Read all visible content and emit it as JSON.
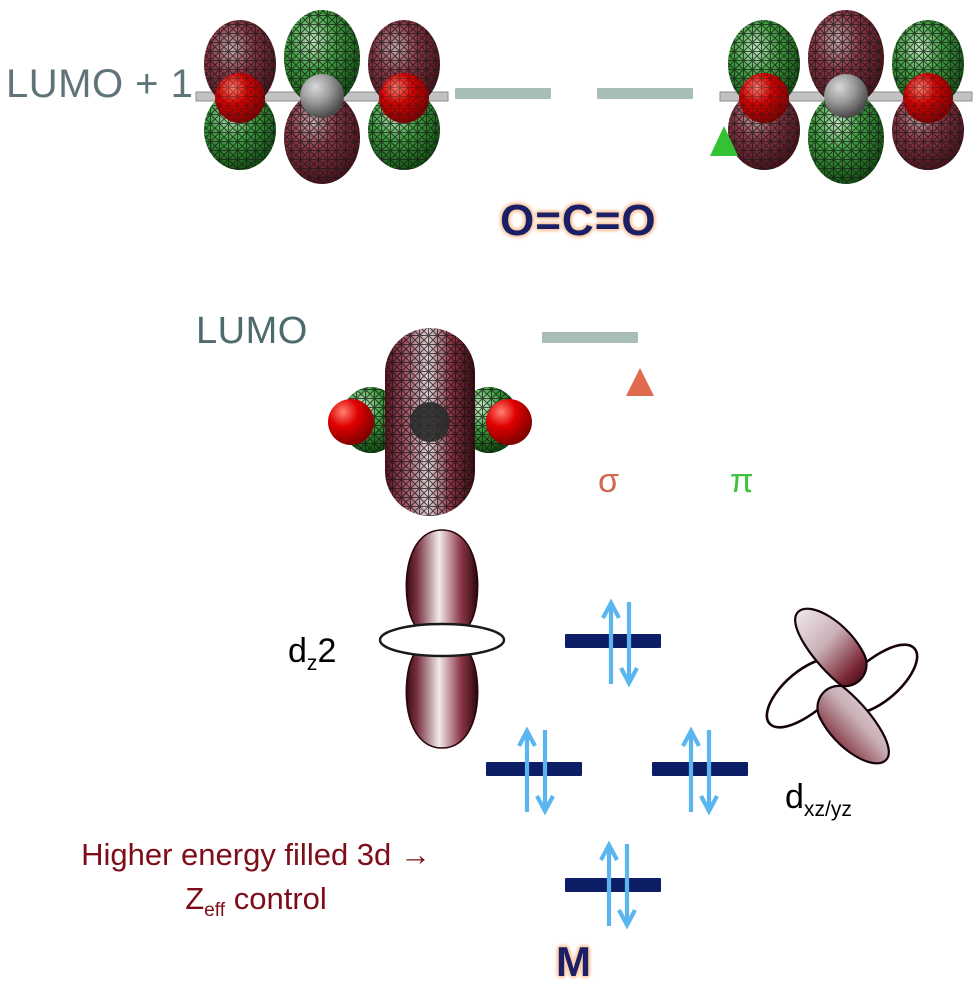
{
  "diagram": {
    "title_molecule": "O=C=O",
    "metal_label": "M",
    "labels": {
      "lumo_plus_1": "LUMO + 1",
      "lumo": "LUMO",
      "sigma": "σ",
      "pi": "π",
      "d_z2_main": "d",
      "d_z2_sub": "z",
      "d_z2_tail": "2",
      "d_xz_main": "d",
      "d_xz_sub": "xz/yz"
    },
    "annotation": {
      "line1": "Higher energy filled 3d →",
      "line2_prefix": "Z",
      "line2_sub": "eff",
      "line2_suffix": " control"
    },
    "colors": {
      "lumo_label": "#5f7479",
      "lumo_bar": "#a8bdb8",
      "occupied_bar": "#0e1e66",
      "electron_arrow": "#5bb6ef",
      "sigma_arrow": "#e8816a",
      "pi_arrow": "#3fc23f",
      "molecule_text": "#1b2066",
      "molecule_glow": "#fbcfae",
      "annotation_text": "#7d0d18",
      "orbital_positive": "#8b1a2b",
      "orbital_negative": "#1a9e1a",
      "oxygen_atom": "#e00000",
      "carbon_atom": "#9a9a9a"
    },
    "energy_levels": [
      {
        "name": "lumo-plus-1-left",
        "type": "virtual",
        "electrons": 0
      },
      {
        "name": "lumo-plus-1-right",
        "type": "virtual",
        "electrons": 0
      },
      {
        "name": "lumo",
        "type": "virtual",
        "electrons": 0
      },
      {
        "name": "d-z2-upper",
        "type": "occupied",
        "electrons": 2
      },
      {
        "name": "d-mid-left",
        "type": "occupied",
        "electrons": 2
      },
      {
        "name": "d-mid-right",
        "type": "occupied",
        "electrons": 2
      },
      {
        "name": "d-lower",
        "type": "occupied",
        "electrons": 2
      }
    ],
    "transitions": [
      {
        "name": "sigma-donation",
        "symbol": "σ",
        "color": "#e8816a"
      },
      {
        "name": "pi-backdonation",
        "symbol": "π",
        "color": "#3fc23f"
      }
    ],
    "orbital_renders": [
      {
        "name": "pi-star-lumo-plus-1-left",
        "kind": "co2-pi-star"
      },
      {
        "name": "pi-star-lumo-plus-1-right",
        "kind": "co2-pi-star"
      },
      {
        "name": "sigma-star-lumo",
        "kind": "co2-sigma-star"
      },
      {
        "name": "metal-d-z2",
        "kind": "d-z2"
      },
      {
        "name": "metal-d-xz-yz",
        "kind": "d-xz-yz"
      }
    ]
  }
}
